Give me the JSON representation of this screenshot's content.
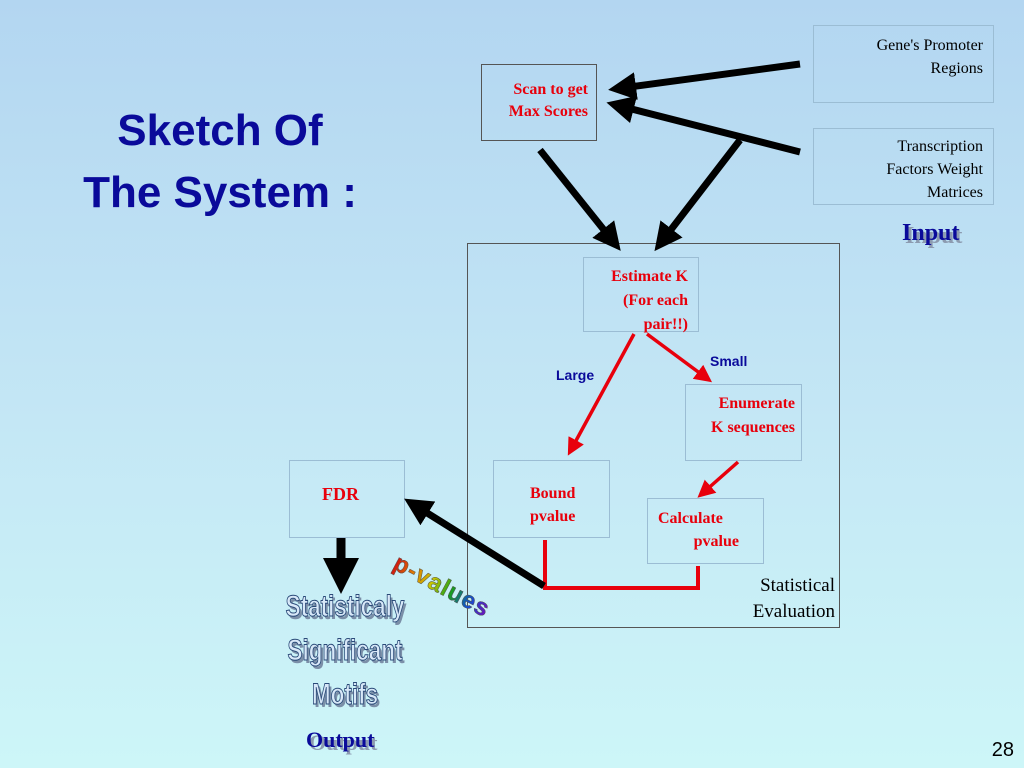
{
  "slide": {
    "title_line1": "Sketch Of",
    "title_line2": "The System :",
    "page_number": "28"
  },
  "inputs": {
    "promoter_line1": "Gene's Promoter",
    "promoter_line2": "Regions",
    "tf_line1": "Transcription",
    "tf_line2": "Factors Weight",
    "tf_line3": "Matrices",
    "label": "Input"
  },
  "scan": {
    "line1": "Scan to get",
    "line2": "Max Scores"
  },
  "evaluation": {
    "estimate_line1": "Estimate K",
    "estimate_line2": "(For each",
    "estimate_line3": "pair!!)",
    "large": "Large",
    "small": "Small",
    "enumerate_line1": "Enumerate",
    "enumerate_line2": "K sequences",
    "bound_line1": "Bound",
    "bound_line2": "pvalue",
    "calculate_line1": "Calculate",
    "calculate_line2": "pvalue",
    "label_line1": "Statistical",
    "label_line2": "Evaluation"
  },
  "pvalues_label": "p-values",
  "fdr": "FDR",
  "output": {
    "line1": "Statisticaly",
    "line2": "Significant",
    "line3": "Motifs",
    "label": "Output"
  },
  "colors": {
    "title": "#0a0a9a",
    "box_text": "#e8000c",
    "arrow_black": "#000000",
    "arrow_red": "#e8000c"
  }
}
